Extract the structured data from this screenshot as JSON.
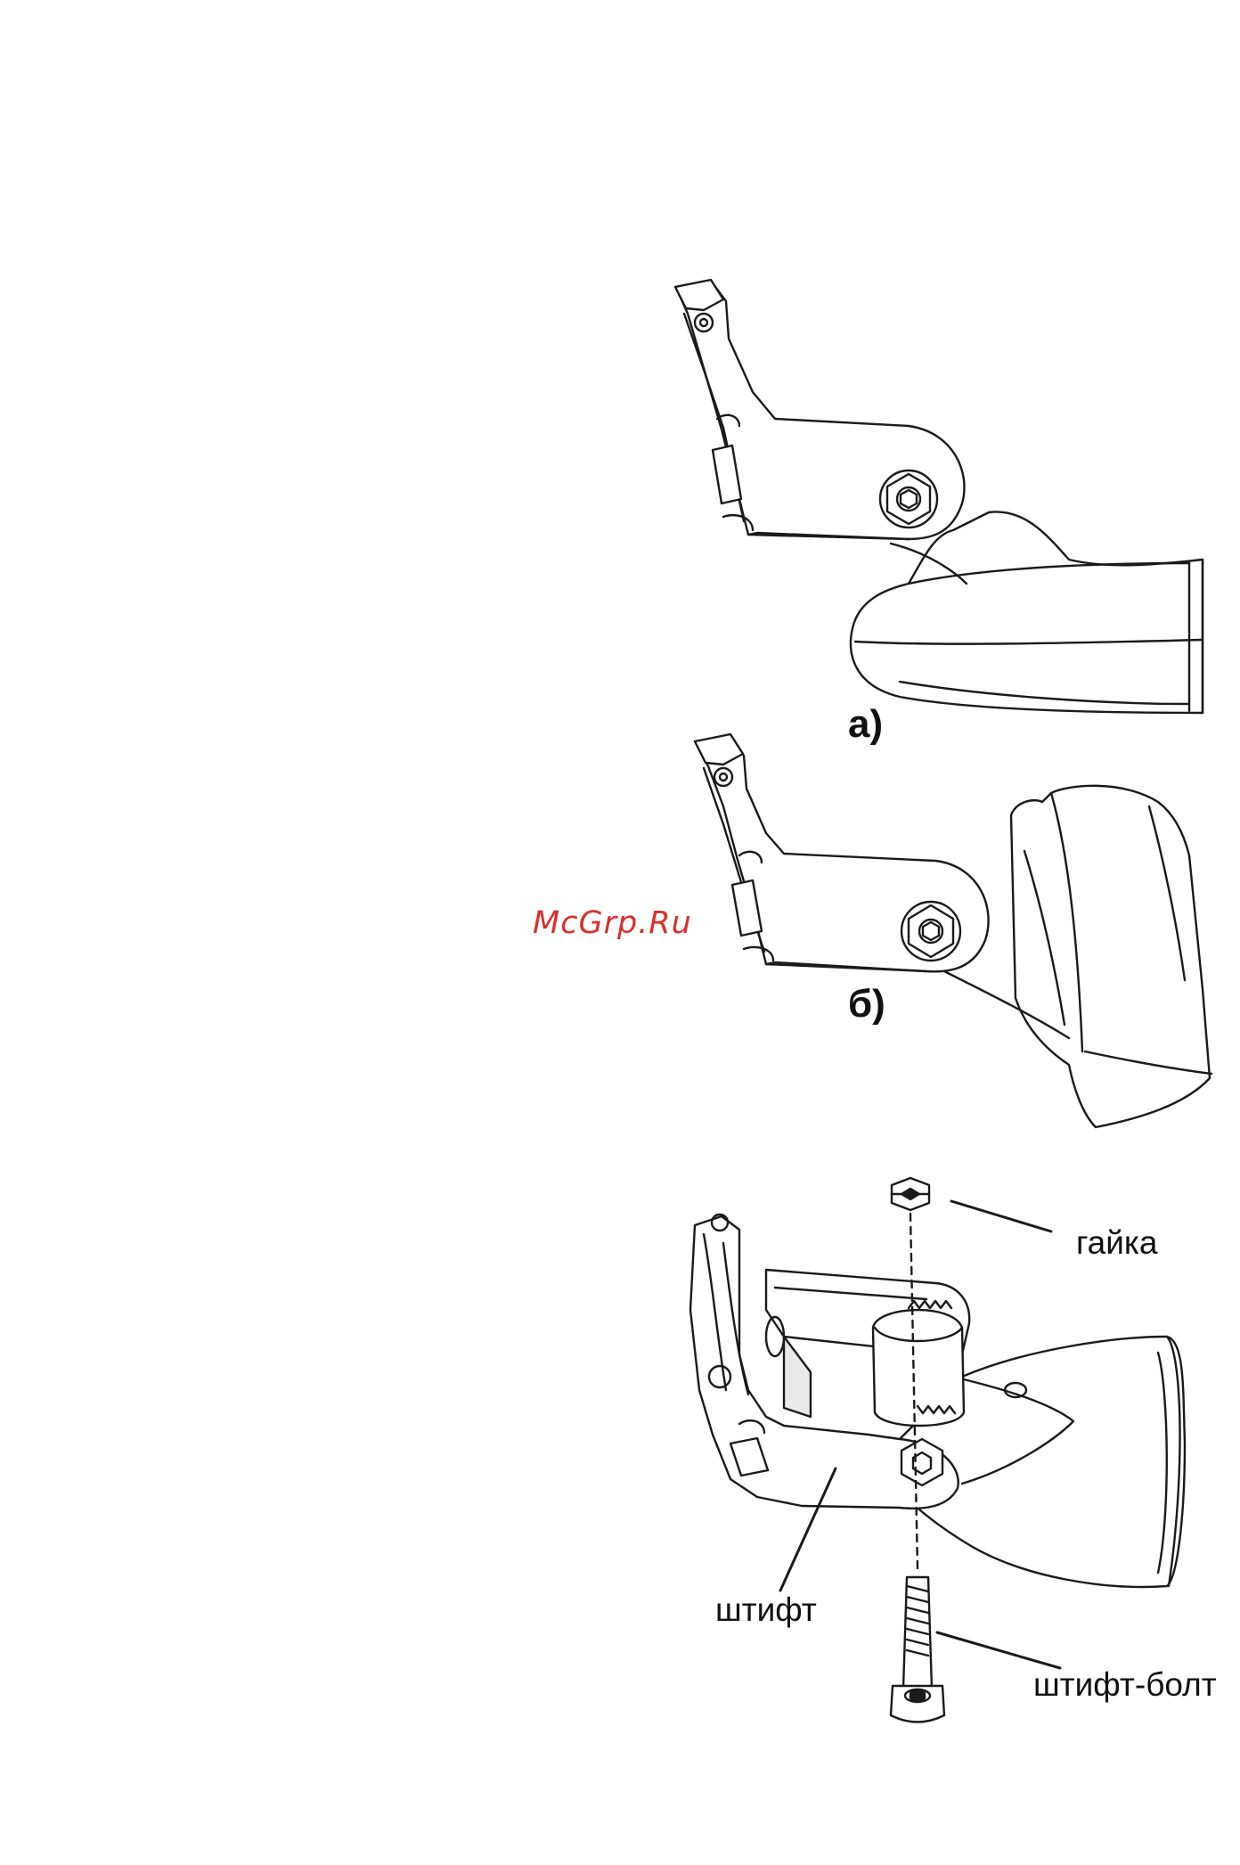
{
  "figures": [
    {
      "id": "a",
      "label": "а)"
    },
    {
      "id": "b",
      "label": "б)"
    }
  ],
  "assembly": {
    "callouts": {
      "nut": "гайка",
      "pin": "штифт",
      "pin_bolt": "штифт-болт"
    }
  },
  "watermark": {
    "text": "McGrp.Ru",
    "color": "#d9302a"
  },
  "colors": {
    "line": "#1a1a1a",
    "shade": "#e9e9e9",
    "background": "#ffffff"
  }
}
